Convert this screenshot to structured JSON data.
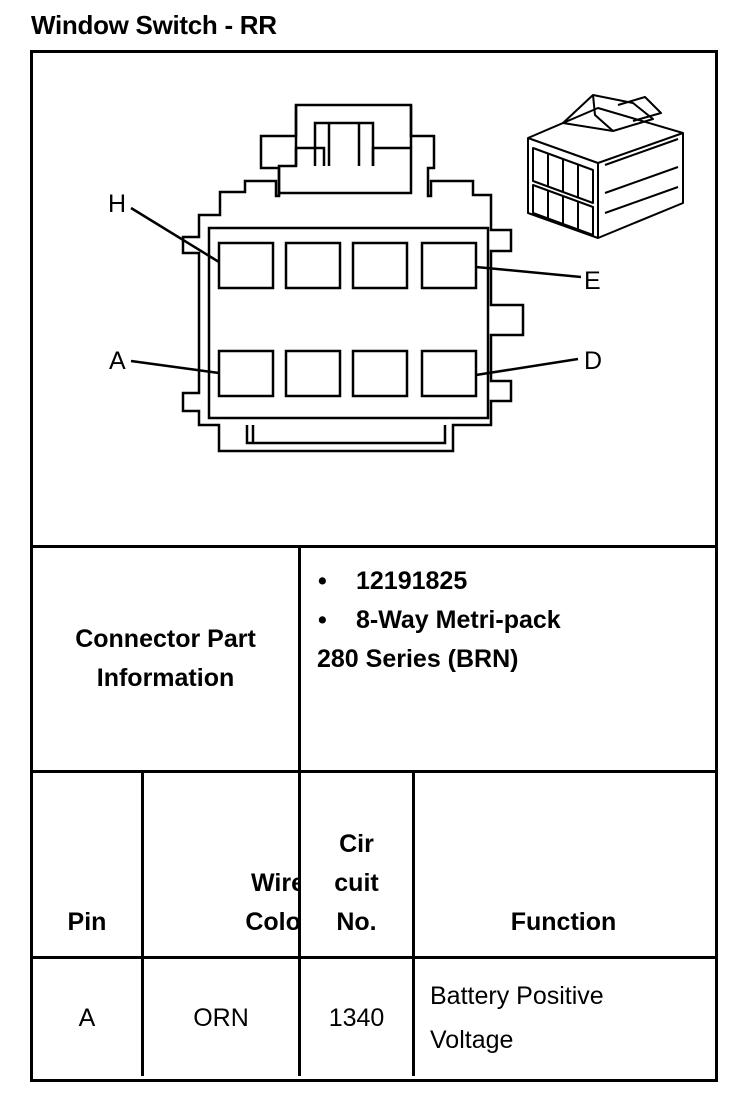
{
  "title": "Window Switch - RR",
  "connector": {
    "pin_labels": [
      "H",
      "A",
      "E",
      "D"
    ]
  },
  "part_info": {
    "label_line1": "Connector Part",
    "label_line2": "Information",
    "bullet_symbol": "•",
    "bullets": [
      "12191825",
      "8-Way Metri-pack"
    ],
    "continuation": "280 Series (BRN)"
  },
  "table": {
    "headers": {
      "pin": "Pin",
      "wire_color_line1": "Wire",
      "wire_color_line2": "Color",
      "circuit_line1": "Cir",
      "circuit_line2": "cuit",
      "circuit_line3": "No.",
      "function": "Function"
    },
    "rows": [
      {
        "pin": "A",
        "wire_color": "ORN",
        "circuit": "1340",
        "function_line1": "Battery Positive",
        "function_line2": "Voltage"
      }
    ]
  }
}
